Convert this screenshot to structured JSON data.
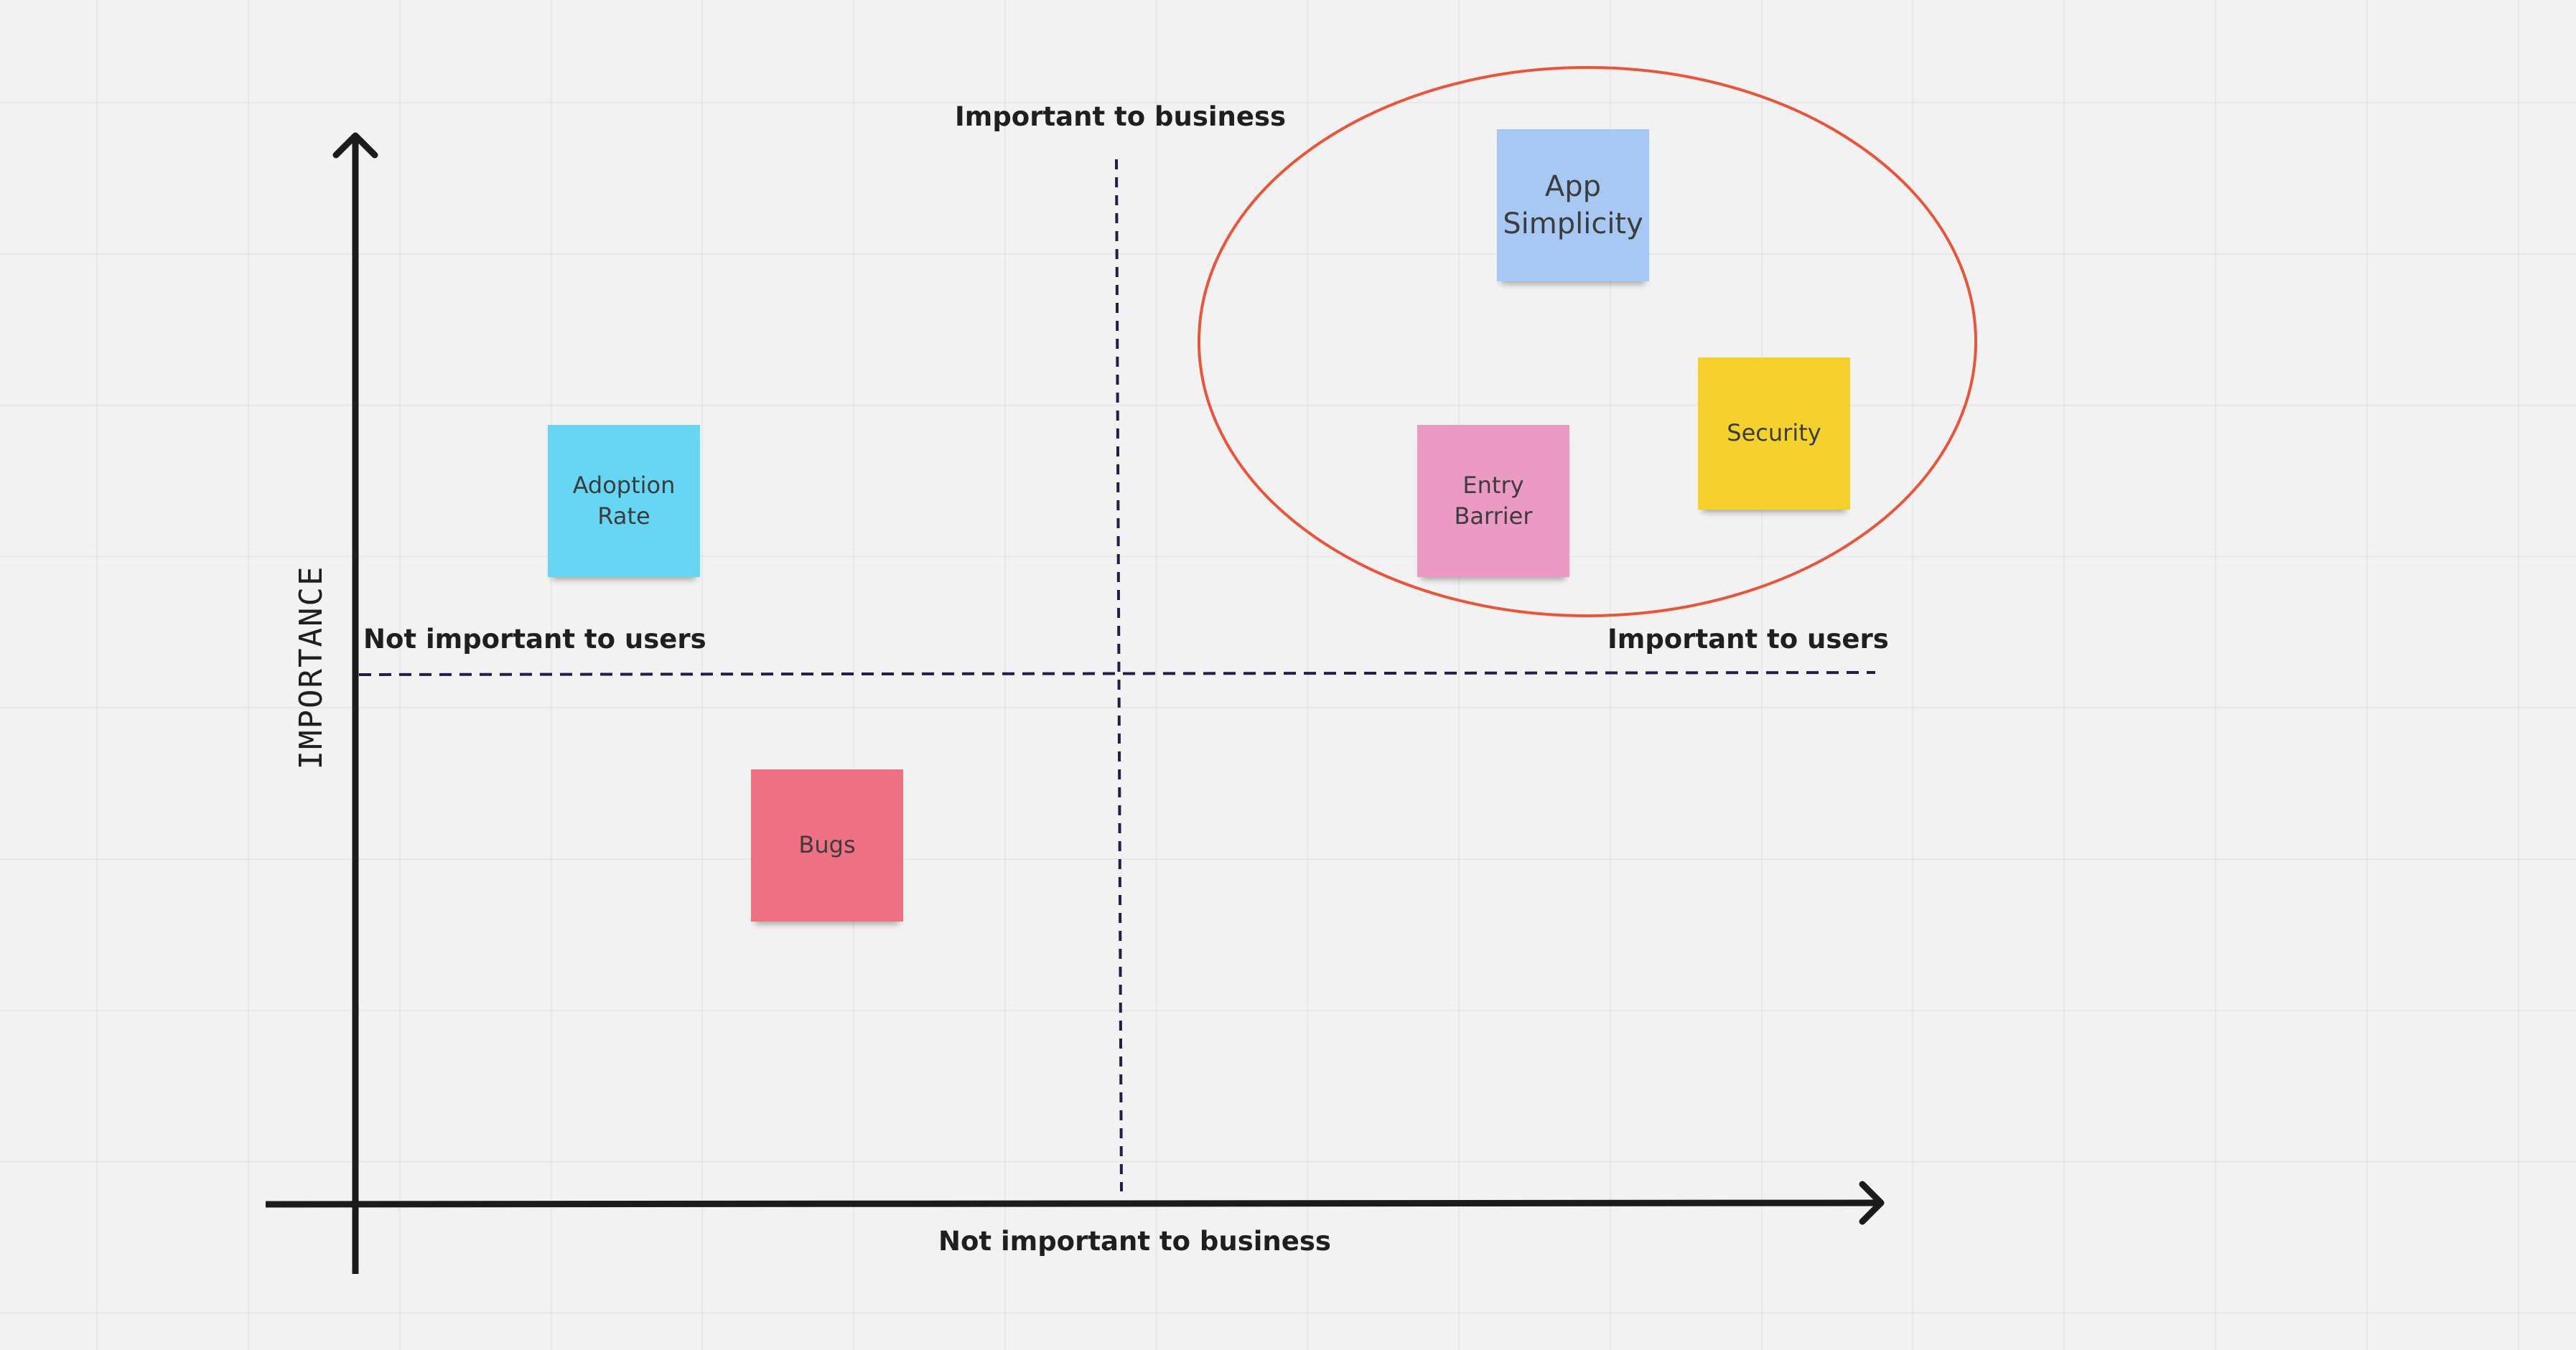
{
  "labels": {
    "top": "Important to business",
    "bottom": "Not important to business",
    "left": "Not important to users",
    "right": "Important to users",
    "y_axis": "IMPORTANCE"
  },
  "stickies": [
    {
      "id": "app-simplicity",
      "text": "App\nSimplicity",
      "color": "#a7c8f2"
    },
    {
      "id": "adoption-rate",
      "text": "Adoption\nRate",
      "color": "#67d6f4"
    },
    {
      "id": "entry-barrier",
      "text": "Entry\nBarrier",
      "color": "#ea9ac3"
    },
    {
      "id": "security",
      "text": "Security",
      "color": "#f5d12e"
    },
    {
      "id": "bugs",
      "text": "Bugs",
      "color": "#ef6f83"
    }
  ],
  "colors": {
    "axis": "#1b1b1b",
    "divider": "#202046",
    "highlight_ellipse": "#e8553a"
  }
}
